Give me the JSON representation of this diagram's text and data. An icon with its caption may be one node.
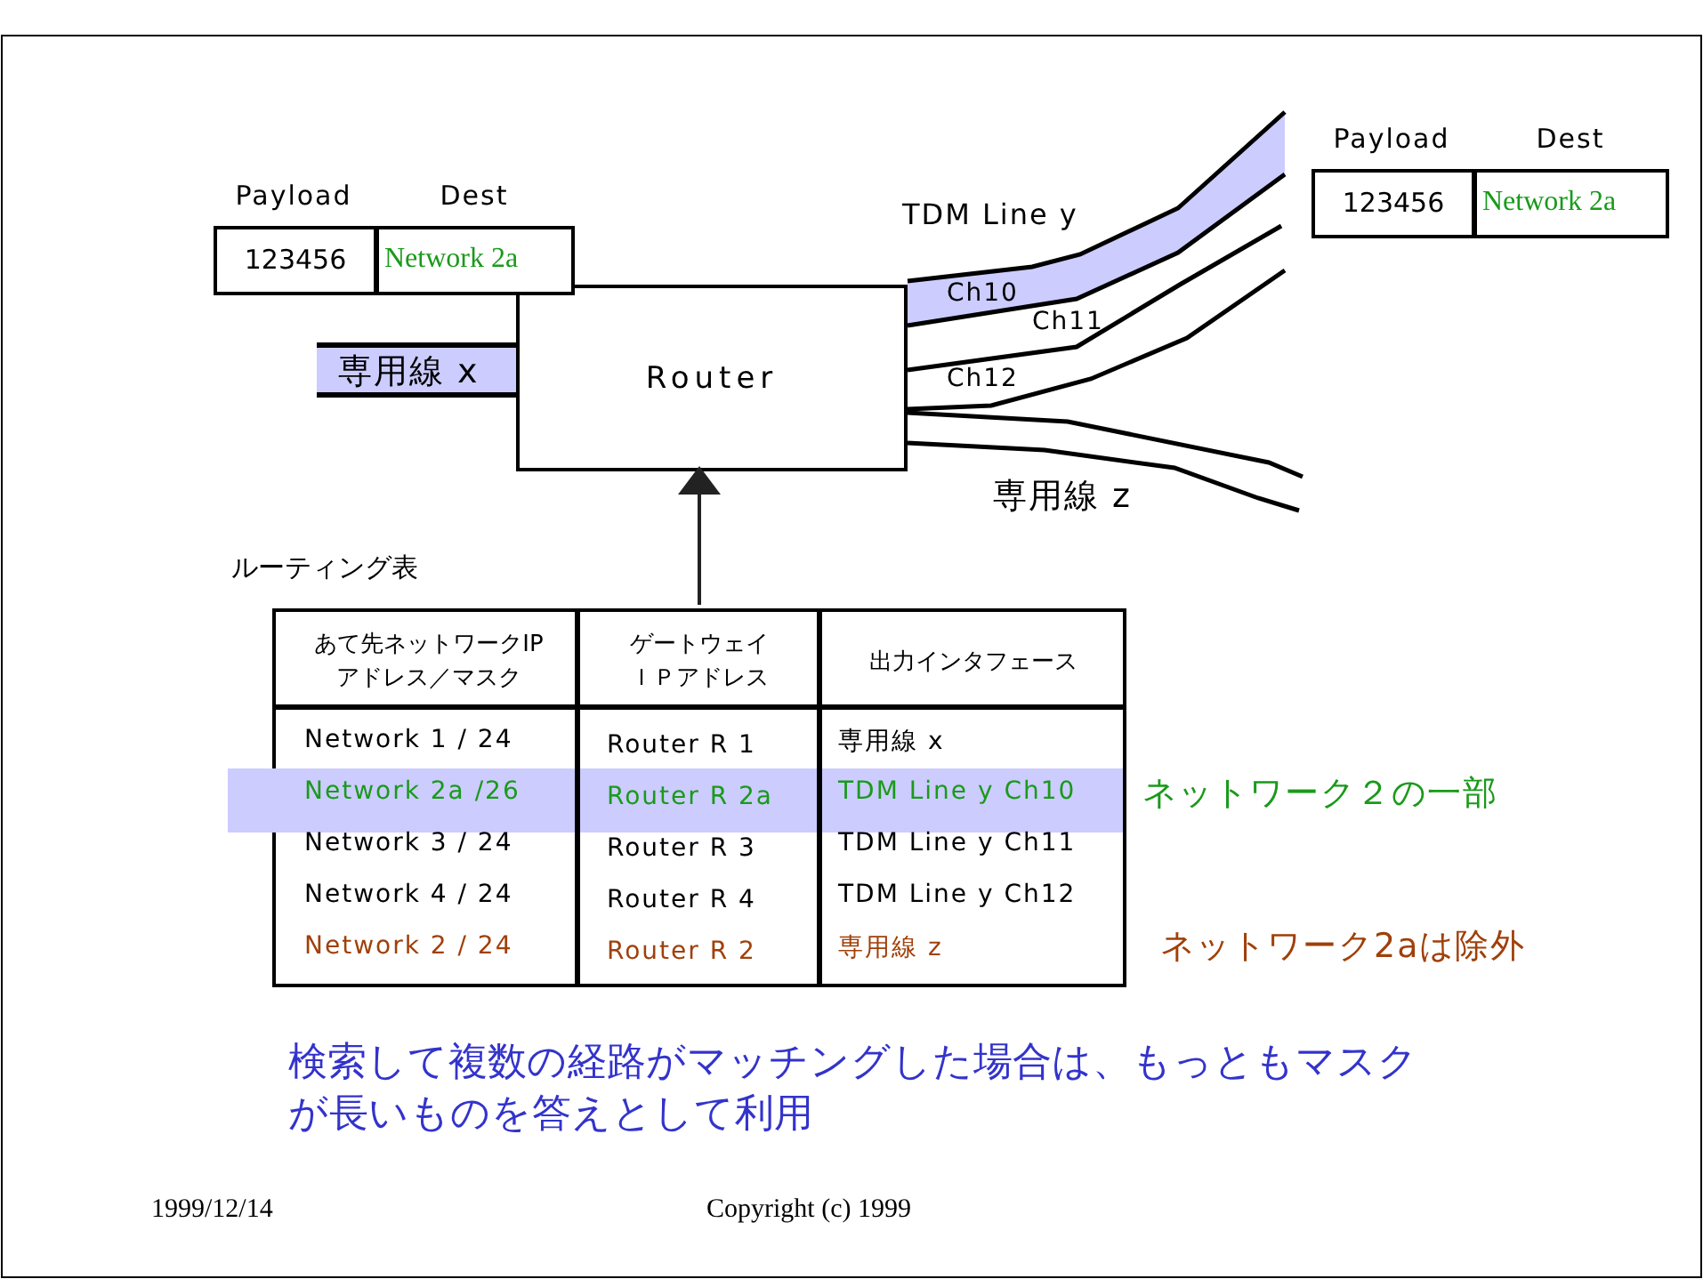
{
  "diagram": {
    "nodes": [
      {
        "text": [
          "Router"
        ]
      },
      {
        "text": [
          "ルーティング表"
        ]
      },
      {
        "text": [
          "Payload",
          "Dest",
          "123456",
          "Network 2a"
        ]
      },
      {
        "text": [
          "Payload",
          "Dest",
          "123456",
          "Network 2a"
        ]
      }
    ],
    "edges": [
      {
        "from": 1,
        "to": 0,
        "arrow": "to"
      }
    ],
    "labels": [
      "TDM Line y",
      "Ch10",
      "Ch11",
      "Ch12",
      "専用線 x",
      "専用線 z",
      "あて先ネットワークIPアドレス／マスク",
      "ゲートウェイＩＰアドレス",
      "出力インタフェース",
      "Network 1 / 24",
      "Router R 1",
      "専用線 x",
      "Network 2a /26",
      "Router R 2a",
      "TDM Line y Ch10",
      "Network 3 / 24",
      "Router R 3",
      "TDM Line y Ch11",
      "Network 4 / 24",
      "Router R 4",
      "TDM Line y Ch12",
      "Network 2 / 24",
      "Router R 2",
      "専用線 z",
      "ネットワーク２の一部",
      "ネットワーク2aは除外",
      "検索して複数の経路がマッチングした場合は、もっともマスクが長いものを答えとして利用",
      "1999/12/14",
      "Copyright (c) 1999"
    ]
  }
}
